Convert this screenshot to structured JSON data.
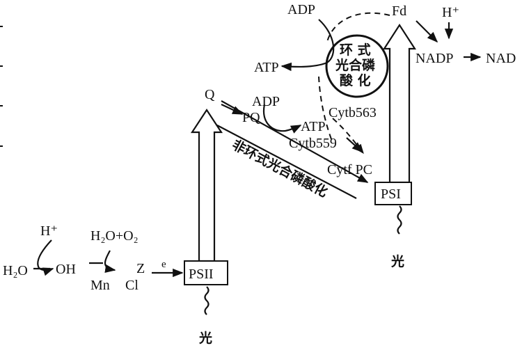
{
  "labels": {
    "adp_top": "ADP",
    "fd": "Fd",
    "h_plus_top": "H⁺",
    "nadp": "NADP",
    "nadph": "NAD",
    "atp_left": "ATP",
    "cyclic_1": "环 式",
    "cyclic_2": "光合磷",
    "cyclic_3": "酸 化",
    "cytb563": "Cytb563",
    "q": "Q",
    "adp_mid": "ADP",
    "pq": "PQ",
    "atp_mid": "ATP",
    "cytb559": "Cytb559",
    "noncyclic": "非环式光合磷酸化",
    "cytf_pc": "Cytf PC",
    "psi": "PSI",
    "psii": "PSII",
    "light_psi": "光",
    "light_psii": "光",
    "h_plus_left": "H⁺",
    "h2o_o2": "H₂O+O₂",
    "h2o": "H₂O",
    "oh": "OH",
    "mn": "Mn",
    "cl": "Cl",
    "z": "Z",
    "e": "e"
  }
}
